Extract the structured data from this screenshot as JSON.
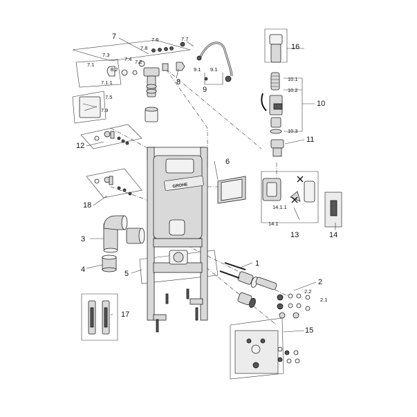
{
  "labels": {
    "l1": "1",
    "l2": "2",
    "l2_1": "2.1",
    "l2_2": "2.2",
    "l3": "3",
    "l4": "4",
    "l5": "5",
    "l6": "6",
    "l7": "7",
    "l7_1": "7.1",
    "l7_1_1": "7.1.1",
    "l7_2": "7.2",
    "l7_3": "7.3",
    "l7_4": "7.4",
    "l7_5": "7.5",
    "l7_6": "7.6",
    "l7_7": "7.7",
    "l7_8": "7.8",
    "l7_9": "7.9",
    "l8": "8",
    "l8_2": "8.2",
    "l9": "9",
    "l9_1a": "9.1",
    "l9_1b": "9.1",
    "l10": "10",
    "l10_1": "10.1",
    "l10_2": "10.2",
    "l10_3": "10.3",
    "l11": "11",
    "l12": "12",
    "l13": "13",
    "l14": "14",
    "l14_1": "14.1",
    "l14_1_1": "14.1.1",
    "l15": "15",
    "l16": "16",
    "l17": "17",
    "l18": "18"
  },
  "logo": {
    "text": "GROHE"
  }
}
